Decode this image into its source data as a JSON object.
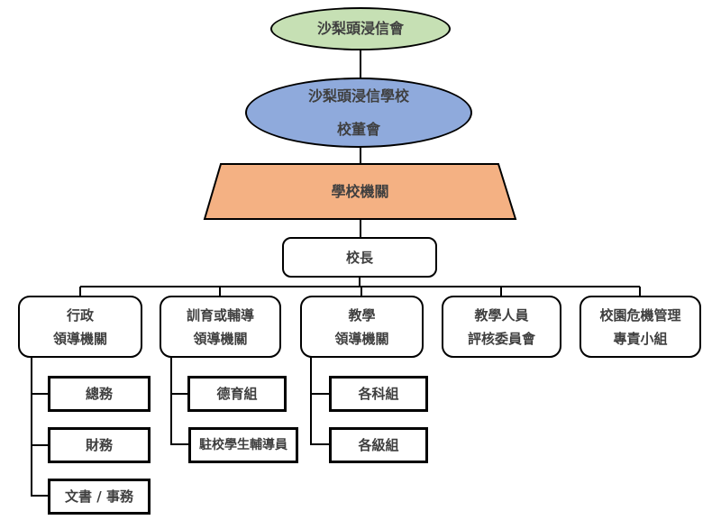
{
  "org_chart": {
    "church": {
      "label": "沙梨頭浸信會",
      "fill": "#c6e0b4"
    },
    "board": {
      "line1": "沙梨頭浸信學校",
      "line2": "校董會",
      "fill": "#8faadc"
    },
    "authority": {
      "label": "學校機關",
      "fill": "#f4b183"
    },
    "principal": {
      "label": "校長"
    },
    "departments": [
      {
        "line1": "行政",
        "line2": "領導機關",
        "children": [
          "總務",
          "財務",
          "文書 / 事務"
        ]
      },
      {
        "line1": "訓育或輔導",
        "line2": "領導機關",
        "children": [
          "德育組",
          "駐校學生輔導員"
        ]
      },
      {
        "line1": "教學",
        "line2": "領導機關",
        "children": [
          "各科組",
          "各級組"
        ]
      },
      {
        "line1": "教學人員",
        "line2": "評核委員會",
        "children": []
      },
      {
        "line1": "校園危機管理",
        "line2": "專責小組",
        "children": []
      }
    ],
    "colors": {
      "border": "#000000",
      "text": "#3f3f3f",
      "connector": "#000000"
    }
  }
}
